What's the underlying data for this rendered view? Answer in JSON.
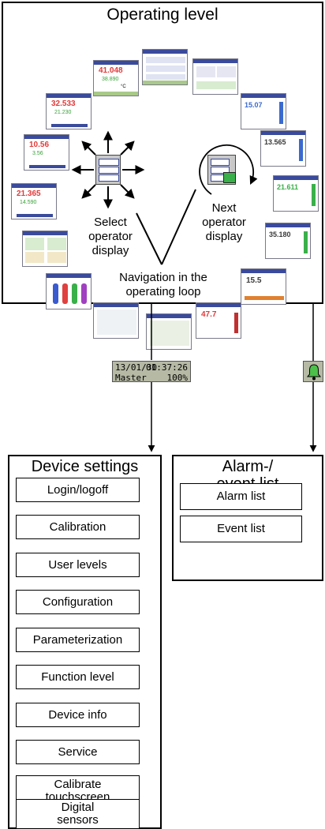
{
  "operating_level": {
    "title": "Operating level",
    "select_label_line1": "Select",
    "select_label_line2": "operator",
    "select_label_line3": "display",
    "next_label_line1": "Next",
    "next_label_line2": "operator",
    "next_label_line3": "display",
    "nav_label_line1": "Navigation in the",
    "nav_label_line2": "operating loop"
  },
  "status_bar": {
    "date": "13/01/30",
    "time": "01:37:26",
    "user": "Master",
    "level": "100%"
  },
  "alarm_icon": "bell-icon",
  "device_menu": {
    "title_line1": "Device settings",
    "title_line2": "menu",
    "items": [
      {
        "label": "Login/logoff"
      },
      {
        "label": "Calibration"
      },
      {
        "label": "User levels"
      },
      {
        "label": "Configuration"
      },
      {
        "label": "Parameterization"
      },
      {
        "label": "Function level"
      },
      {
        "label": "Device info"
      },
      {
        "label": "Service"
      },
      {
        "label_line1": "Calibrate",
        "label_line2": "touchscreen"
      },
      {
        "label_line1": "Digital",
        "label_line2": "sensors"
      }
    ]
  },
  "alarm_menu": {
    "title_line1": "Alarm-/",
    "title_line2": "event list",
    "items": [
      {
        "label": "Alarm list"
      },
      {
        "label": "Event list"
      }
    ]
  },
  "thumbs": [
    {
      "value": "41.048"
    },
    {
      "value": "32.533"
    },
    {
      "value": "10.56"
    },
    {
      "value": "21.365"
    },
    {
      "value": "15.07"
    },
    {
      "value": "13.565"
    },
    {
      "value": "21.611"
    },
    {
      "value": "35.180"
    },
    {
      "value": "15.5"
    },
    {
      "value": "47.7"
    }
  ],
  "colors": {
    "accent_blue": "#3a4a9c",
    "alarm_green": "#4cc04a",
    "lcd": "#b6b9a4"
  }
}
